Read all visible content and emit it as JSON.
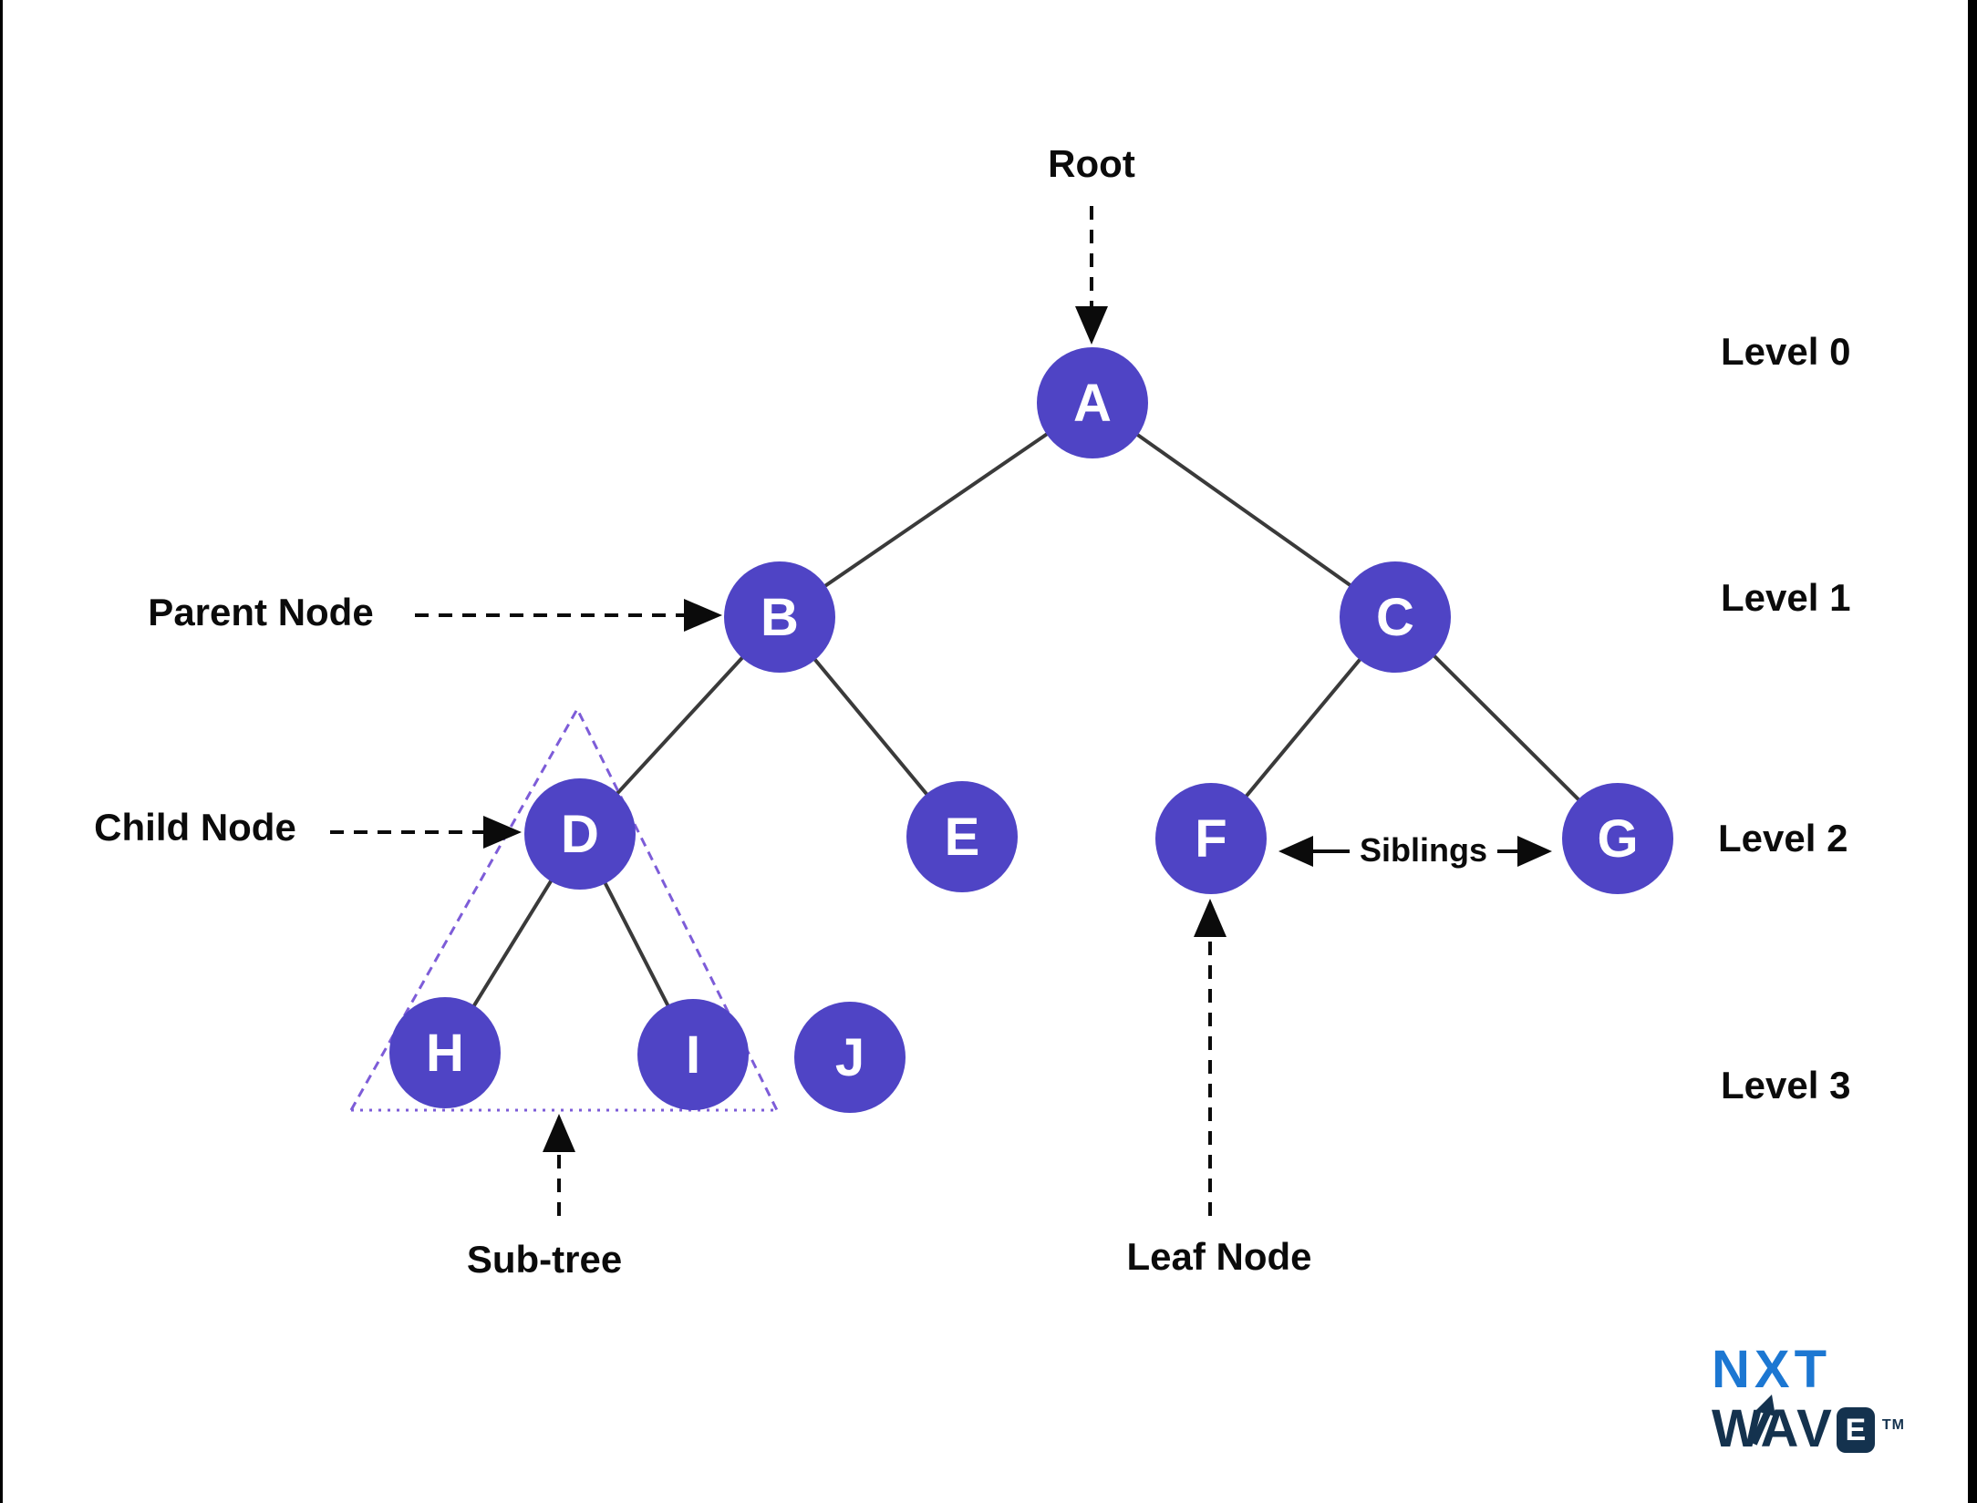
{
  "tree": {
    "nodes": [
      {
        "id": "A",
        "label": "A"
      },
      {
        "id": "B",
        "label": "B"
      },
      {
        "id": "C",
        "label": "C"
      },
      {
        "id": "D",
        "label": "D"
      },
      {
        "id": "E",
        "label": "E"
      },
      {
        "id": "F",
        "label": "F"
      },
      {
        "id": "G",
        "label": "G"
      },
      {
        "id": "H",
        "label": "H"
      },
      {
        "id": "I",
        "label": "I"
      },
      {
        "id": "J",
        "label": "J"
      }
    ],
    "edges": [
      "A-B",
      "A-C",
      "B-D",
      "B-E",
      "C-F",
      "C-G",
      "D-H",
      "D-I"
    ]
  },
  "annotations": {
    "root": "Root",
    "parent": "Parent Node",
    "child": "Child Node",
    "siblings": "Siblings",
    "subtree": "Sub-tree",
    "leaf": "Leaf Node"
  },
  "levels": [
    {
      "label": "Level 0"
    },
    {
      "label": "Level 1"
    },
    {
      "label": "Level 2"
    },
    {
      "label": "Level 3"
    }
  ],
  "logo": {
    "nxt": "NXT",
    "wav": "WAV",
    "e": "E",
    "tm": "TM"
  },
  "colors": {
    "node_fill": "#4F44C5",
    "node_text": "#FFFFFF",
    "edge_line": "#3A3A3A",
    "subtree_outline": "#7D5CD8",
    "annotation_text": "#0B0B0B",
    "logo_blue": "#1C77D2",
    "logo_navy": "#14324E",
    "side_bars": "#000000"
  }
}
